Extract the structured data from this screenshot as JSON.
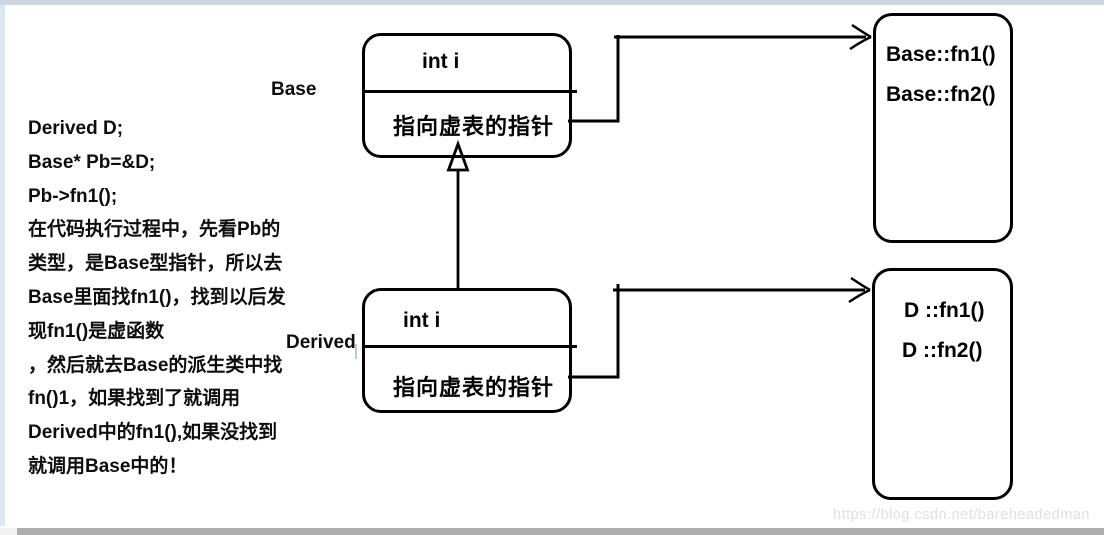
{
  "left_text": {
    "lines": [
      "Derived D;",
      "Base* Pb=&D;",
      "Pb->fn1();",
      "在代码执行过程中，先看Pb的",
      "类型，是Base型指针，所以去",
      "Base里面找fn1()，找到以后发",
      "现fn1()是虚函数",
      "，然后就去Base的派生类中找",
      "fn()1，如果找到了就调用",
      "Derived中的fn1(),如果没找到",
      "就调用Base中的！"
    ]
  },
  "base_class": {
    "label": "Base",
    "field1": "int i",
    "field2": "指向虚表的指针"
  },
  "derived_class": {
    "label": "Derived",
    "field1": "int i",
    "field2": "指向虚表的指针"
  },
  "base_vtable": {
    "entries": [
      "Base::fn1()",
      "Base::fn2()"
    ]
  },
  "derived_vtable": {
    "entries": [
      "D ::fn1()",
      "D ::fn2()"
    ]
  },
  "watermark": {
    "text": "https://blog.csdn.net/bareheadedman"
  },
  "colors": {
    "ink": "#000000",
    "frame_top": "#ccd5e4",
    "frame_left": "#dbe7f5",
    "scrollbar_track": "#aeaeae",
    "scrollbar_corner": "#f1f1f1",
    "watermark_gray": "#e0e0e0",
    "cursor_blue": "#a9cdea"
  }
}
